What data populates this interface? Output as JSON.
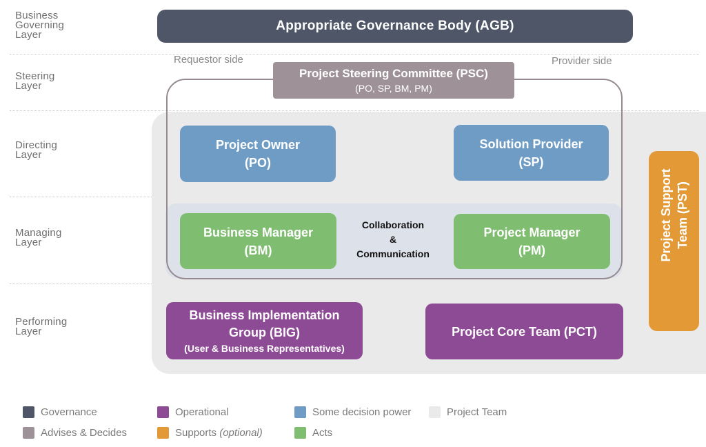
{
  "layers": [
    {
      "id": "business-governing",
      "label": "Business\nGoverning\nLayer"
    },
    {
      "id": "steering",
      "label": "Steering\nLayer"
    },
    {
      "id": "directing",
      "label": "Directing\nLayer"
    },
    {
      "id": "managing",
      "label": "Managing\nLayer"
    },
    {
      "id": "performing",
      "label": "Performing\nLayer"
    }
  ],
  "sides": {
    "requestor": "Requestor side",
    "provider": "Provider side"
  },
  "boxes": {
    "agb": {
      "title": "Appropriate Governance Body (AGB)"
    },
    "psc": {
      "title": "Project Steering Committee (PSC)",
      "sub": "(PO, SP, BM, PM)"
    },
    "po": {
      "title": "Project Owner",
      "sub": "(PO)"
    },
    "sp": {
      "title": "Solution Provider",
      "sub": "(SP)"
    },
    "bm": {
      "title": "Business Manager",
      "sub": "(BM)"
    },
    "pm": {
      "title": "Project Manager",
      "sub": "(PM)"
    },
    "big": {
      "title": "Business Implementation",
      "title2": "Group (BIG)",
      "sub": "(User & Business Representatives)"
    },
    "pct": {
      "title": "Project Core Team (PCT)"
    },
    "pst": {
      "title": "Project Support\nTeam (PST)"
    }
  },
  "collaboration": {
    "line1": "Collaboration",
    "line2": "&",
    "line3": "Communication"
  },
  "legend": [
    {
      "label": "Governance",
      "color": "#4e5668"
    },
    {
      "label": "Advises & Decides",
      "color": "#9e9298"
    },
    {
      "label": "Operational",
      "color": "#8e4b95"
    },
    {
      "label": "Supports",
      "italic": "(optional)",
      "color": "#e39a36"
    },
    {
      "label": "Some decision power",
      "color": "#6f9cc5"
    },
    {
      "label": "Acts",
      "color": "#7fbe70"
    },
    {
      "label": "Project Team",
      "color": "#ebeaea"
    }
  ]
}
